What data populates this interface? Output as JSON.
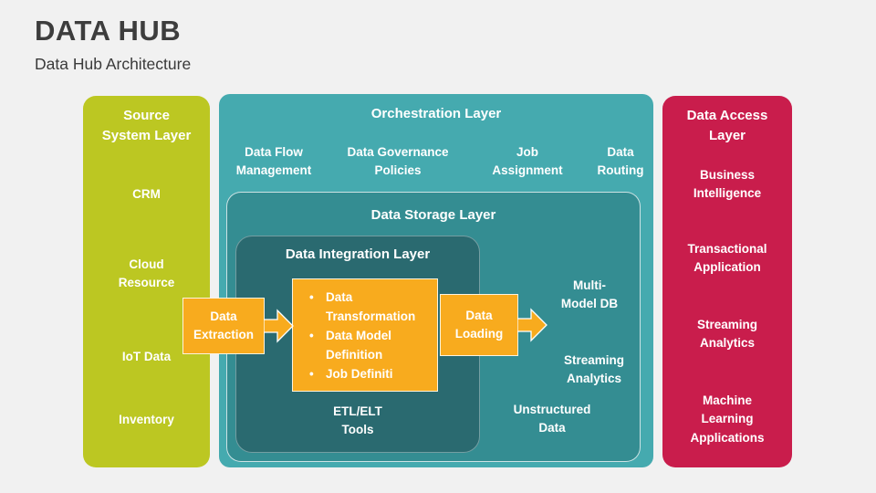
{
  "page": {
    "title": "DATA HUB",
    "subtitle": "Data Hub Architecture"
  },
  "colors": {
    "background": "#f1f1f1",
    "source_green": "#bcc722",
    "orchestration_teal": "#45aaaf",
    "storage_teal": "#348d92",
    "integration_teal": "#2a6a70",
    "flow_orange": "#f8ab1e",
    "access_crimson": "#c91d4c",
    "title_text": "#3d3d3d"
  },
  "source_layer": {
    "title": "Source\nSystem Layer",
    "items": [
      "CRM",
      "Cloud\nResource",
      "IoT Data",
      "Inventory"
    ]
  },
  "orchestration_layer": {
    "title": "Orchestration Layer",
    "items": [
      "Data Flow\nManagement",
      "Data Governance\nPolicies",
      "Job\nAssignment",
      "Data\nRouting"
    ]
  },
  "storage_layer": {
    "title": "Data Storage Layer",
    "items": [
      "Multi-\nModel DB",
      "Streaming\nAnalytics",
      "Unstructured\nData"
    ]
  },
  "integration_layer": {
    "title": "Data Integration Layer",
    "bullets": [
      "Data Transformation",
      "Data Model Definition",
      "Job Definiti"
    ],
    "footer": "ETL/ELT\nTools"
  },
  "flows": {
    "extraction": "Data\nExtraction",
    "loading": "Data\nLoading"
  },
  "access_layer": {
    "title": "Data Access\nLayer",
    "items": [
      "Business\nIntelligence",
      "Transactional\nApplication",
      "Streaming\nAnalytics",
      "Machine\nLearning\nApplications"
    ]
  }
}
